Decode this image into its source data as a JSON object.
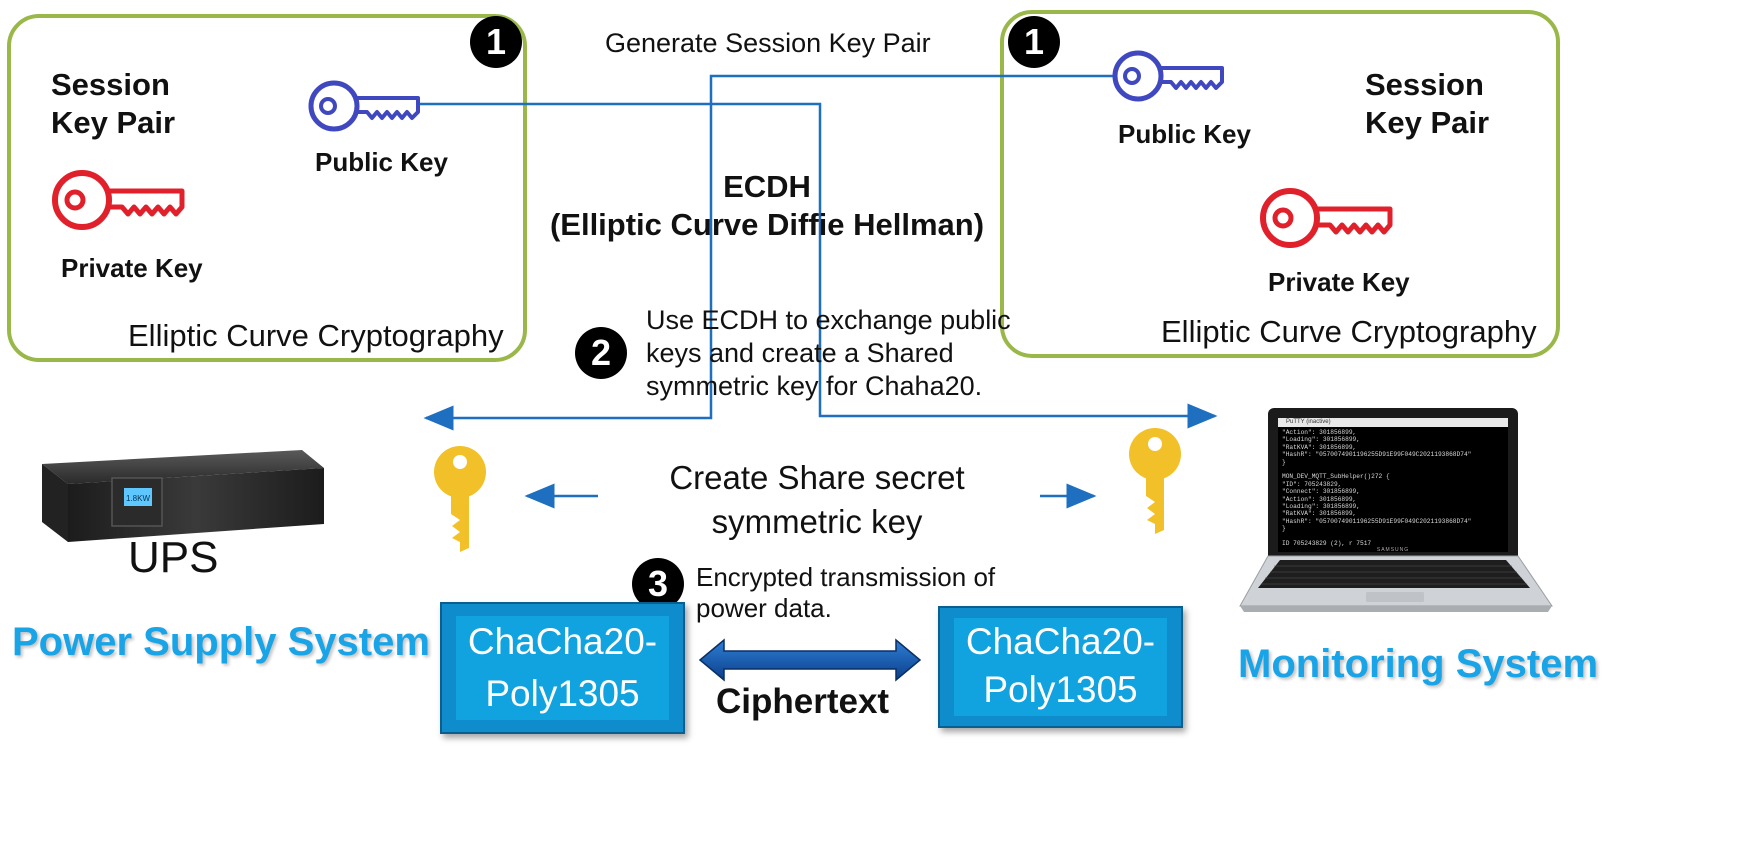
{
  "top_label": "Generate Session Key Pair",
  "badges": {
    "step1": "1",
    "step2": "2",
    "step3": "3"
  },
  "left_panel": {
    "session_title_line1": "Session",
    "session_title_line2": "Key Pair",
    "public_key": "Public Key",
    "private_key": "Private Key",
    "footer": "Elliptic Curve Cryptography"
  },
  "right_panel": {
    "session_title_line1": "Session",
    "session_title_line2": "Key Pair",
    "public_key": "Public Key",
    "private_key": "Private Key",
    "footer": "Elliptic Curve Cryptography"
  },
  "ecdh": {
    "line1": "ECDH",
    "line2": "(Elliptic Curve Diffie Hellman)"
  },
  "step2_text": {
    "line1": "Use ECDH to exchange public",
    "line2": "keys and create a Shared",
    "line3": "symmetric key for Chaha20."
  },
  "shared_secret": {
    "line1": "Create Share secret",
    "line2": "symmetric key"
  },
  "step3_text": {
    "line1": "Encrypted transmission of",
    "line2": "power data."
  },
  "ups_label": "UPS",
  "ups_display": "1.8KW",
  "power_supply_system": "Power Supply System",
  "monitoring_system": "Monitoring System",
  "cipher_box_left": {
    "line1": "ChaCha20-",
    "line2": "Poly1305"
  },
  "cipher_box_right": {
    "line1": "ChaCha20-",
    "line2": "Poly1305"
  },
  "ciphertext": "Ciphertext",
  "terminal": {
    "title": "PuTTY (inactive)",
    "lines": [
      "\"Action\": 301856899,",
      "\"Loading\": 301856899,",
      "\"RatKVA\": 301856899,",
      "\"HashR\": \"0570074901196255D91E99F049C2021193868D74\"",
      "}",
      "",
      "MON_DEV_MQTT_SubHelper()272 {",
      "\"ID\": 705243829,",
      "\"Connect\": 301856899,",
      "\"Action\": 301856899,",
      "\"Loading\": 301856899,",
      "\"RatKVA\": 301856899,",
      "\"HashR\": \"0570074901196255D91E99F049C2021193868D74\"",
      "}",
      "",
      "ID 705243829 (2), r 7517"
    ],
    "brand": "SAMSUNG"
  },
  "colors": {
    "panel_border": "#9ab84a",
    "public_key": "#4048c0",
    "private_key": "#e0202a",
    "shared_key": "#f2c12a",
    "arrow": "#1f6fc0",
    "box": "#11a3e0",
    "system_label": "#1aa4e8"
  }
}
